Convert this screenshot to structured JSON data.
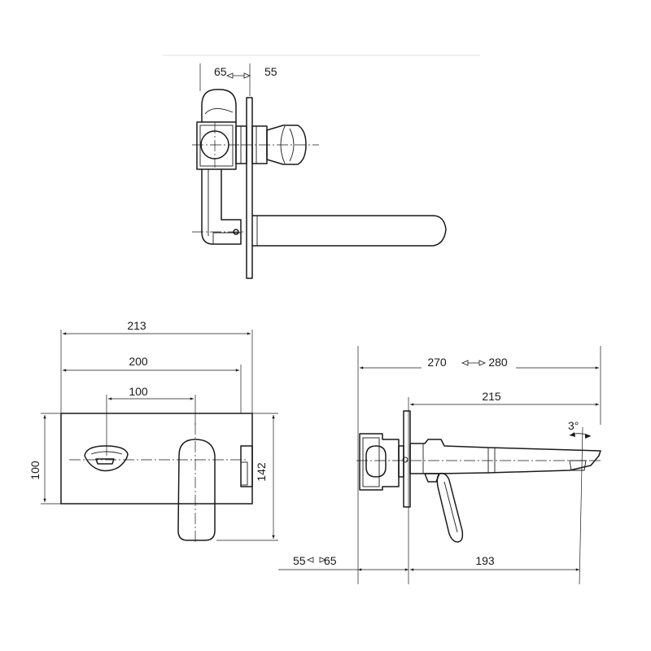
{
  "top_view": {
    "dim_left": "65",
    "dim_right": "55"
  },
  "front_view": {
    "width_plate_outer": "213",
    "width_plate_inner": "200",
    "handle_spacing": "100",
    "height_plate": "100",
    "height_overall": "142"
  },
  "side_view": {
    "projection_min": "270",
    "projection_max": "280",
    "spout_length": "215",
    "tilt_angle": "3°",
    "depth_min": "55",
    "depth_max": "65",
    "spout_reach": "193"
  }
}
